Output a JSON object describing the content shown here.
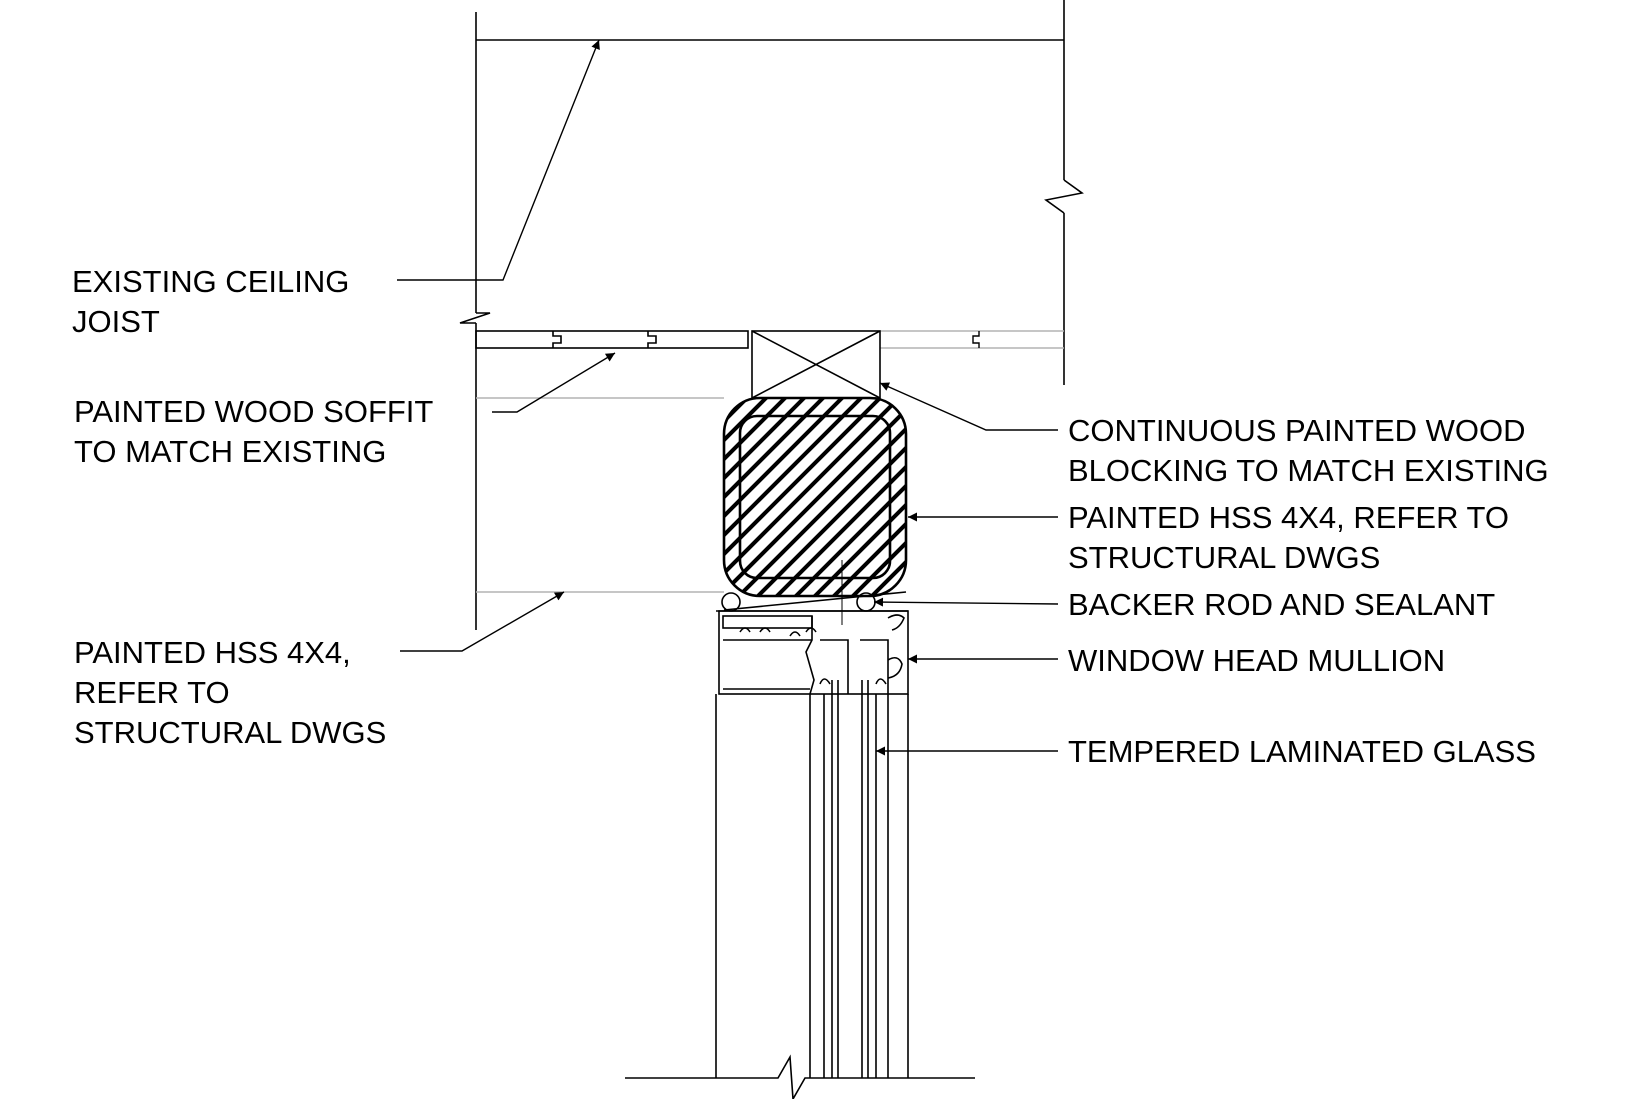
{
  "callouts": {
    "ceiling_joist": {
      "line1": "EXISTING CEILING",
      "line2": "JOIST"
    },
    "wood_soffit": {
      "line1": "PAINTED WOOD SOFFIT",
      "line2": "TO MATCH EXISTING"
    },
    "hss_left": {
      "line1": "PAINTED HSS 4X4,",
      "line2": "REFER TO",
      "line3": "STRUCTURAL DWGS"
    },
    "wood_blocking": {
      "line1": "CONTINUOUS PAINTED WOOD",
      "line2": "BLOCKING TO MATCH EXISTING"
    },
    "hss_right": {
      "line1": "PAINTED HSS 4X4, REFER TO",
      "line2": "STRUCTURAL DWGS"
    },
    "backer_rod": {
      "line1": "BACKER ROD AND SEALANT"
    },
    "head_mullion": {
      "line1": "WINDOW HEAD MULLION"
    },
    "glass": {
      "line1": "TEMPERED LAMINATED GLASS"
    }
  },
  "colors": {
    "line": "#000000",
    "light_line": "#b4b4b4",
    "background": "#ffffff"
  }
}
